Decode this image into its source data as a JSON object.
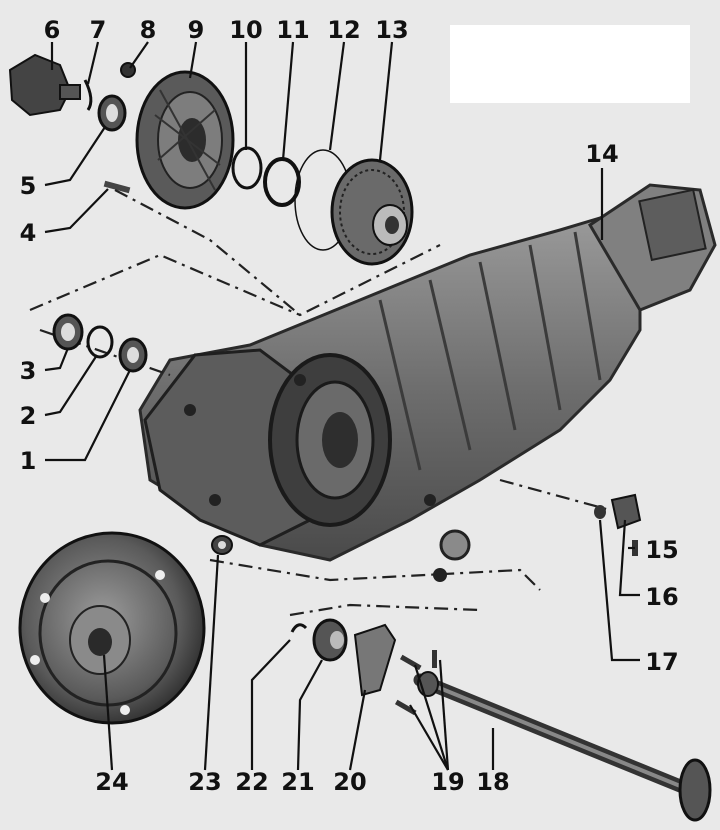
{
  "callouts": [
    {
      "id": "c1",
      "label": "1"
    },
    {
      "id": "c2",
      "label": "2"
    },
    {
      "id": "c3",
      "label": "3"
    },
    {
      "id": "c4",
      "label": "4"
    },
    {
      "id": "c5",
      "label": "5"
    },
    {
      "id": "c6",
      "label": "6"
    },
    {
      "id": "c7",
      "label": "7"
    },
    {
      "id": "c8",
      "label": "8"
    },
    {
      "id": "c9",
      "label": "9"
    },
    {
      "id": "c10",
      "label": "10"
    },
    {
      "id": "c11",
      "label": "11"
    },
    {
      "id": "c12",
      "label": "12"
    },
    {
      "id": "c13",
      "label": "13"
    },
    {
      "id": "c14",
      "label": "14"
    },
    {
      "id": "c15",
      "label": "15"
    },
    {
      "id": "c16",
      "label": "16"
    },
    {
      "id": "c17",
      "label": "17"
    },
    {
      "id": "c18",
      "label": "18"
    },
    {
      "id": "c19",
      "label": "19"
    },
    {
      "id": "c20",
      "label": "20"
    },
    {
      "id": "c21",
      "label": "21"
    },
    {
      "id": "c22",
      "label": "22"
    },
    {
      "id": "c23",
      "label": "23"
    },
    {
      "id": "c24",
      "label": "24"
    }
  ],
  "colors": {
    "background": "#e9e9e9",
    "ink": "#111111",
    "housing": "#7a7a7a",
    "metal_dark": "#3a3a3a"
  }
}
